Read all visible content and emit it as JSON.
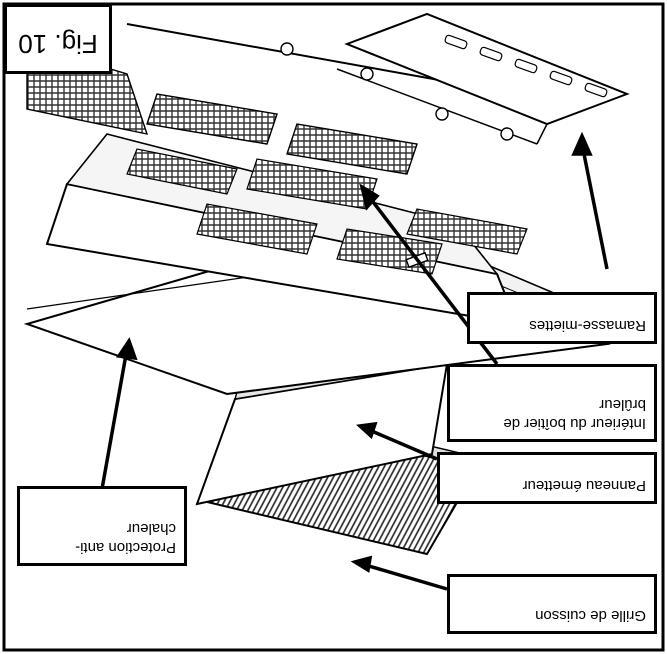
{
  "figure_label": "Fig. 10",
  "callouts": {
    "crumb_tray": "Ramasse-miettes",
    "burner_box_interior": "Intérieur du boîtier de brûleur",
    "radiant_panel": "Panneau émetteur",
    "heat_shield": "Protection anti-chaleur",
    "cooking_grate": "Grille de cuisson"
  }
}
